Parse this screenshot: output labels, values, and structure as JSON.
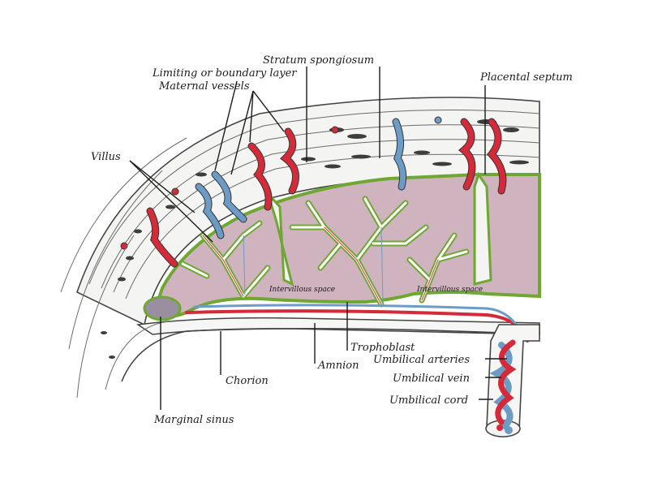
{
  "labels": {
    "stratum_spongiosum": "Stratum spongiosum",
    "limiting_layer": "Limiting or boundary layer",
    "maternal_vessels": "Maternal vessels",
    "placental_septum": "Placental septum",
    "villus": "Villus",
    "intervillous_space_left": "Intervillous space",
    "intervillous_space_right": "Intervillous space",
    "trophoblast": "Trophoblast",
    "amnion": "Amnion",
    "umbilical_arteries": "Umbilical arteries",
    "umbilical_vein": "Umbilical vein",
    "umbilical_cord": "Umbilical cord",
    "chorion": "Chorion",
    "marginal_sinus": "Marginal sinus"
  },
  "colors": {
    "artery": "#d42a3a",
    "vein": "#6c9cc6",
    "trophoblast_layer": "#6ea832",
    "intervillous_fill": "#cfb3bf",
    "tissue_line": "#5a5a5a"
  }
}
